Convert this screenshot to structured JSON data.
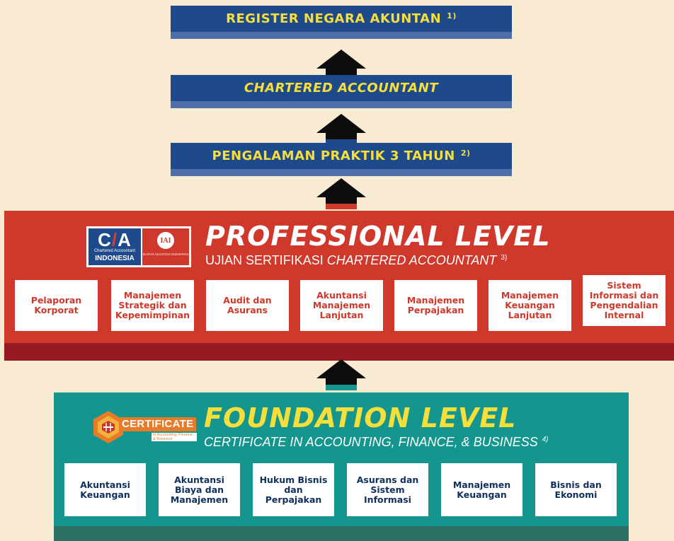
{
  "stack": [
    {
      "text": "REGISTER NEGARA AKUNTAN",
      "note": "1)",
      "italic": false
    },
    {
      "text": "CHARTERED ACCOUNTANT",
      "note": "",
      "italic": true
    },
    {
      "text": "PENGALAMAN PRAKTIK 3 TAHUN",
      "note": "2)",
      "italic": false
    }
  ],
  "professional": {
    "title": "PROFESSIONAL LEVEL",
    "subtitle_plain": "UJIAN SERTIFIKASI ",
    "subtitle_italic": "CHARTERED ACCOUNTANT",
    "note": "3)",
    "logo": {
      "mark": "CA",
      "sub": "Chartered Accountant",
      "country": "INDONESIA",
      "partner_initials": "IAI",
      "partner_name": "IKATAN AKUNTAN INDONESIA"
    },
    "subjects": [
      "Pelaporan Korporat",
      "Manajemen Strategik dan Kepemimpinan",
      "Audit dan Asurans",
      "Akuntansi Manajemen Lanjutan",
      "Manajemen Perpajakan",
      "Manajemen Keuangan Lanjutan",
      "Sistem Informasi dan Pengendalian Internal"
    ]
  },
  "foundation": {
    "title": "FOUNDATION LEVEL",
    "subtitle": "CERTIFICATE IN ACCOUNTING, FINANCE, & BUSINESS",
    "note": "4)",
    "logo": {
      "word": "CERTIFICATE",
      "sub": "In Accounting, Finance, & Business"
    },
    "subjects": [
      "Akuntansi Keuangan",
      "Akuntansi Biaya dan Manajemen",
      "Hukum Bisnis dan Perpajakan",
      "Asurans dan Sistem Informasi",
      "Manajemen Keuangan",
      "Bisnis dan Ekonomi"
    ]
  },
  "colors": {
    "background": "#f8ebd2",
    "navy": "#1e4a8c",
    "yellow": "#f6df3a",
    "red": "#d0382b",
    "dark_red": "#961a22",
    "teal": "#14958e",
    "dark_teal": "#2b7062"
  }
}
